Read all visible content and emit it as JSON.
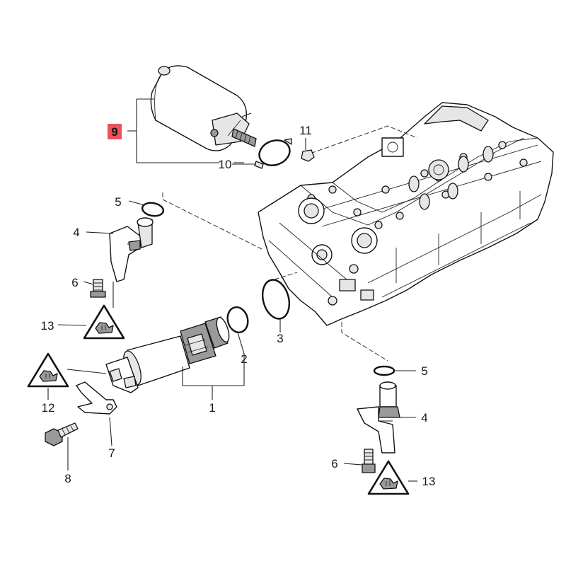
{
  "callouts": {
    "c1": "1",
    "c2": "2",
    "c3": "3",
    "c4a": "4",
    "c4b": "4",
    "c5a": "5",
    "c5b": "5",
    "c6a": "6",
    "c6b": "6",
    "c7": "7",
    "c8": "8",
    "c9": "9",
    "c10": "10",
    "c11": "11",
    "c12": "12",
    "c13a": "13",
    "c13b": "13"
  },
  "highlight_color": "#e8353f",
  "icons": {
    "warning_symbol": "static-sensitive-hand-icon"
  }
}
